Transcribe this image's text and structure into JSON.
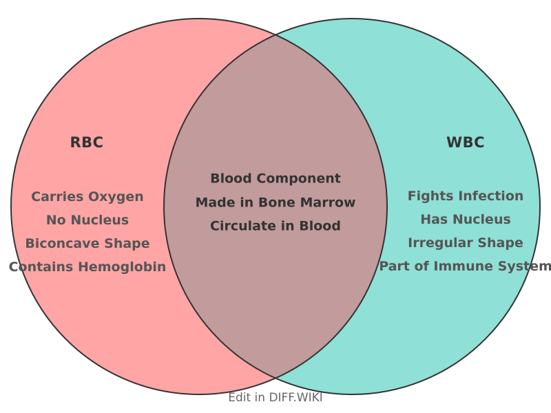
{
  "diagram": {
    "type": "venn",
    "left_set": {
      "title": "RBC",
      "items": [
        "Carries Oxygen",
        "No Nucleus",
        "Biconcave Shape",
        "Contains Hemoglobin"
      ]
    },
    "overlap_set": {
      "items": [
        "Blood Component",
        "Made in Bone Marrow",
        "Circulate in Blood"
      ]
    },
    "right_set": {
      "title": "WBC",
      "items": [
        "Fights Infection",
        "Has Nucleus",
        "Irregular Shape",
        "Part of Immune System"
      ]
    },
    "footer": "Edit in DIFF.WIKI",
    "colors": {
      "left_circle": "#FFA5A5",
      "right_circle": "#8FE0D6",
      "overlap": "#C29B9C",
      "outline": "#333333",
      "title_text": "#333333",
      "item_text": "#555555",
      "center_text": "#333333",
      "footer_text": "#666666"
    }
  }
}
